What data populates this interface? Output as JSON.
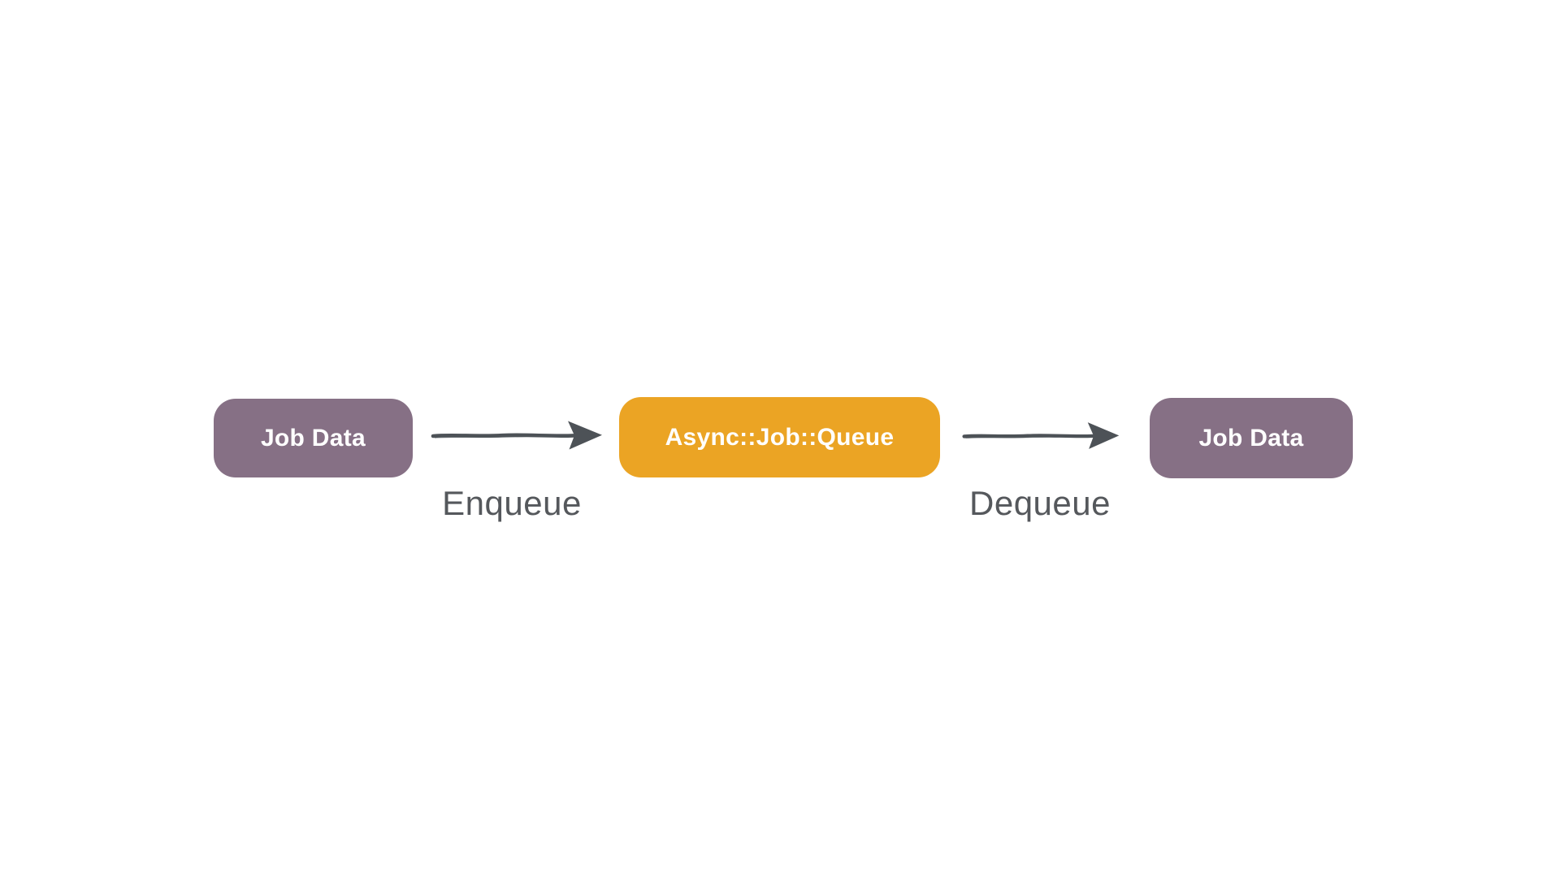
{
  "colors": {
    "background": "#ffffff",
    "node-purple": "#867085",
    "node-orange": "#eba424",
    "node-text": "#ffffff",
    "arrow": "#4d5257",
    "label-text": "#55585c"
  },
  "diagram": {
    "nodes": [
      {
        "label": "Job Data"
      },
      {
        "label": "Async::Job::Queue"
      },
      {
        "label": "Job Data"
      }
    ],
    "edges": [
      {
        "label": "Enqueue",
        "from": "Job Data",
        "to": "Async::Job::Queue"
      },
      {
        "label": "Dequeue",
        "from": "Async::Job::Queue",
        "to": "Job Data"
      }
    ]
  }
}
